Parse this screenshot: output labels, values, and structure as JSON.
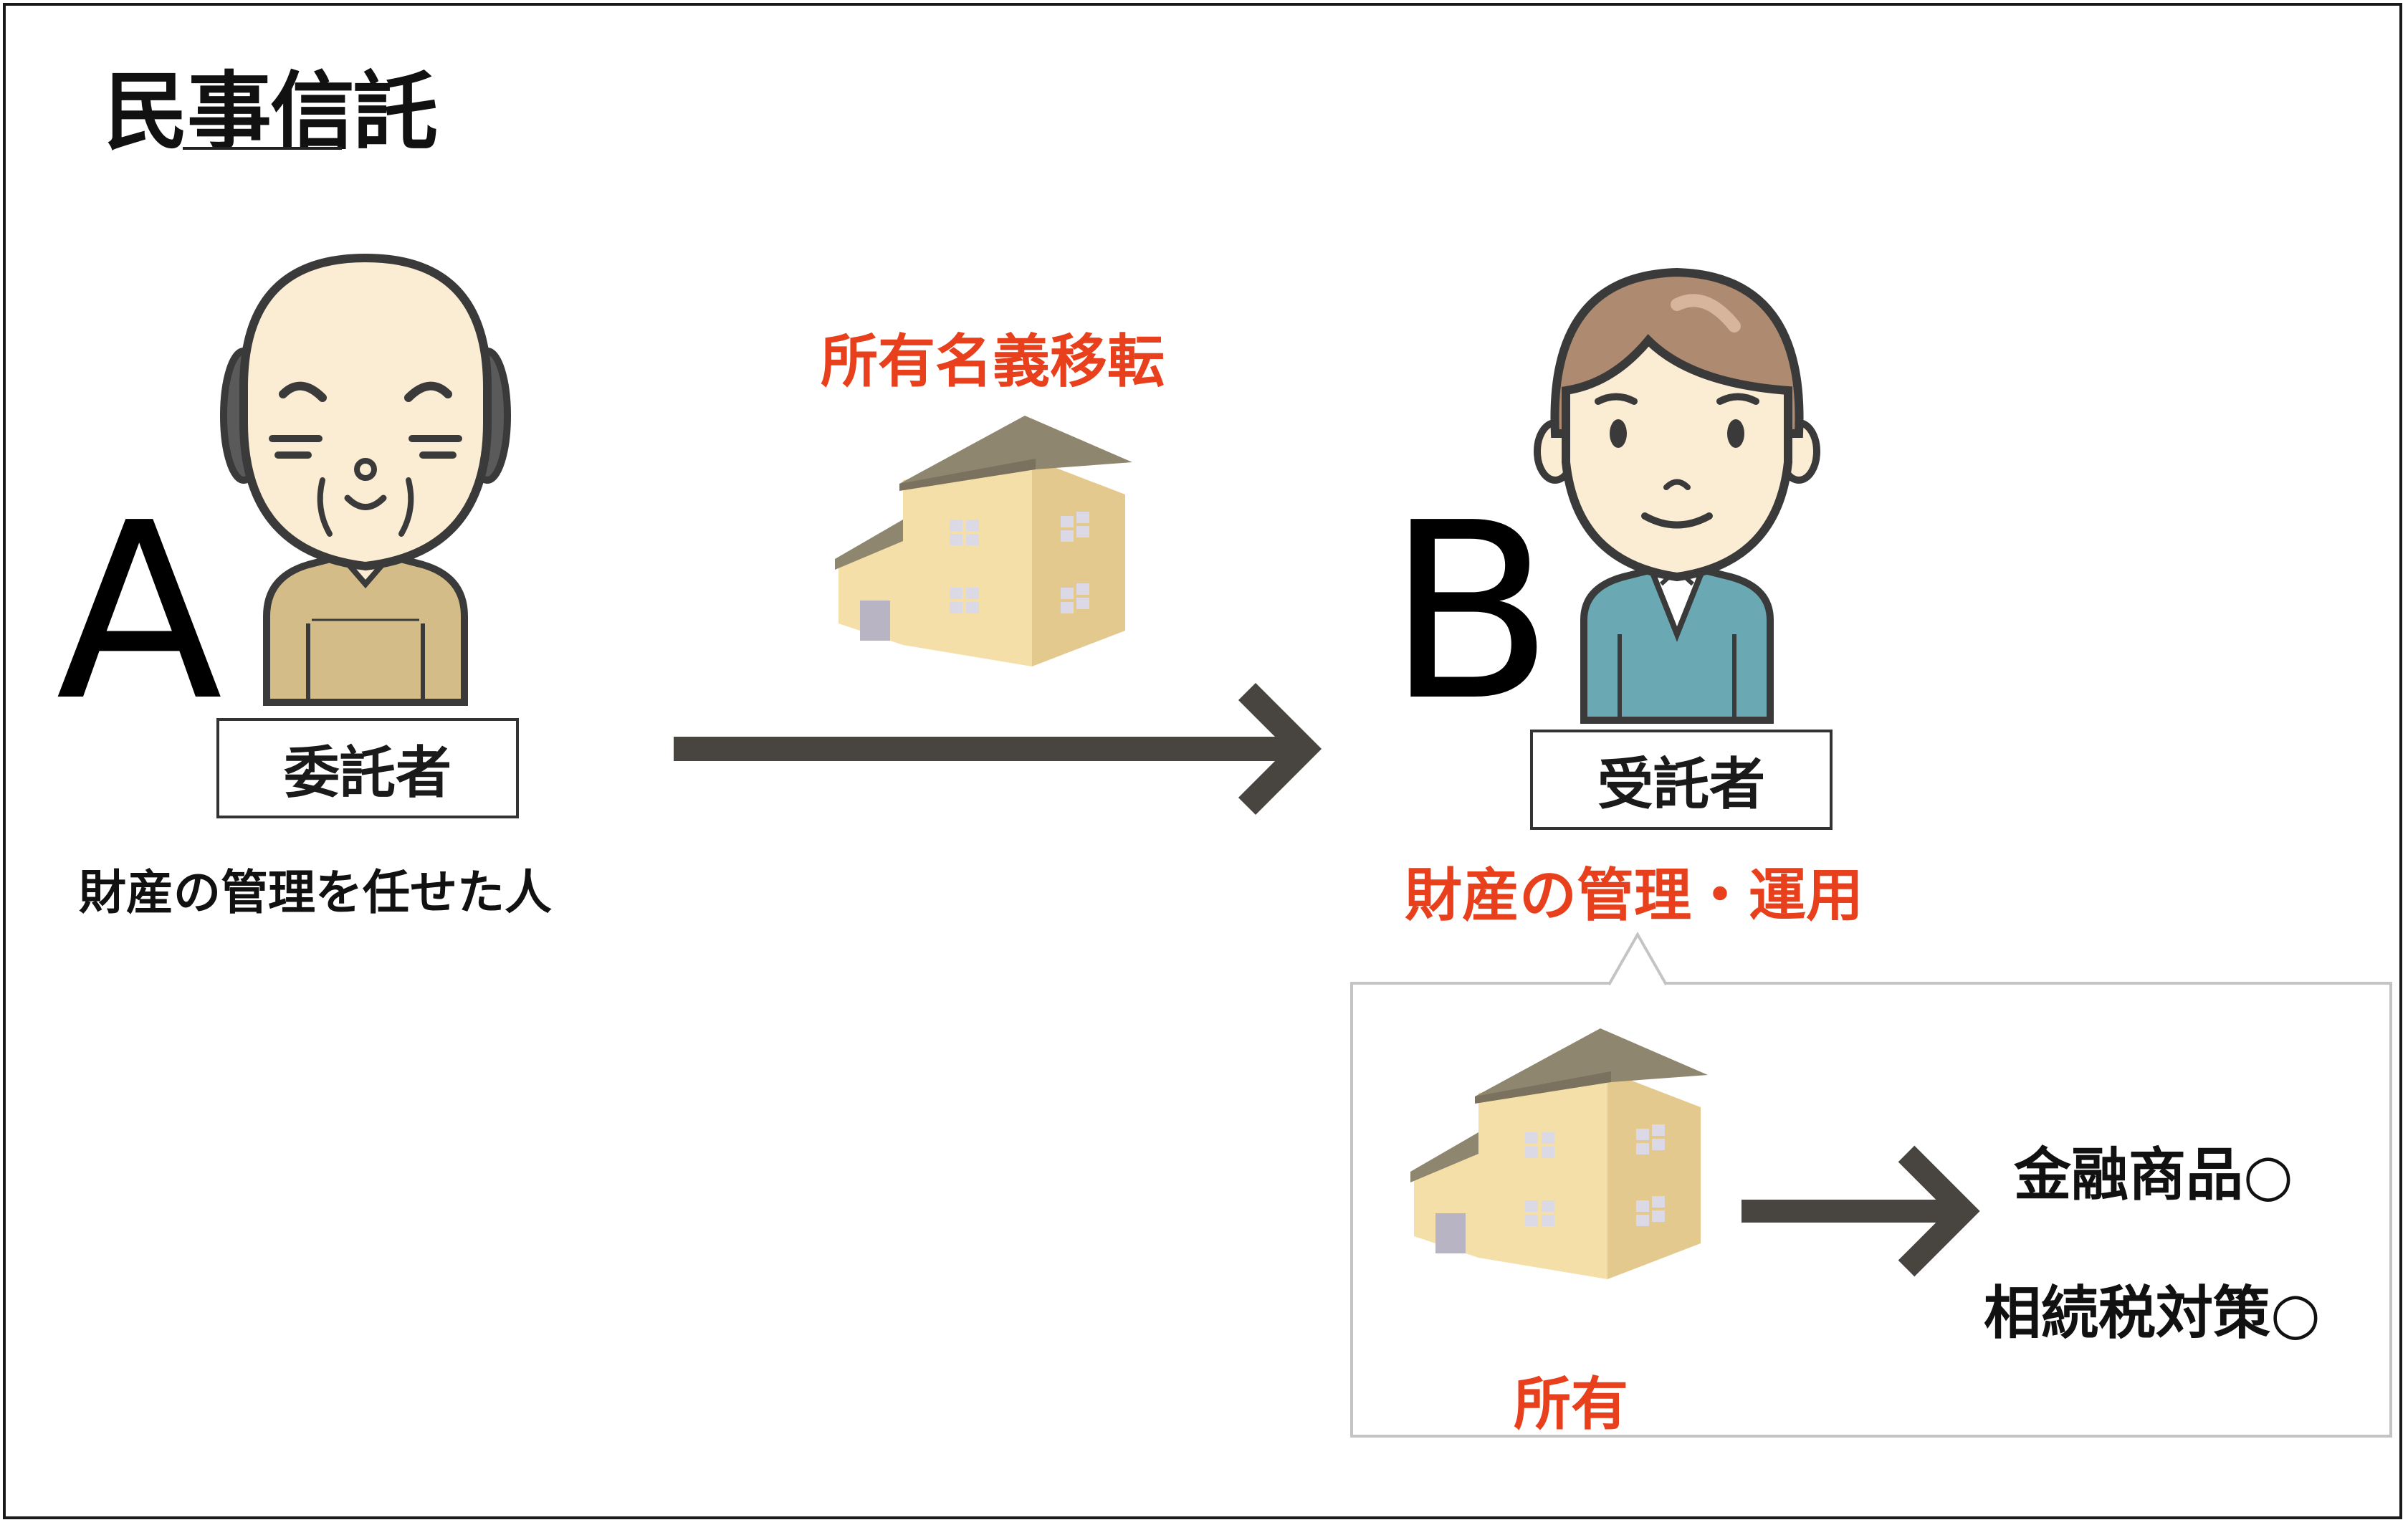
{
  "title": "民事信託",
  "trustor": {
    "letter": "A",
    "role": "委託者",
    "description": "財産の管理を任せた人"
  },
  "trustee": {
    "letter": "B",
    "role": "受託者",
    "description": "財産の管理・運用"
  },
  "transfer": {
    "label": "所有名義移転"
  },
  "ownership": {
    "label": "所有",
    "results": [
      "金融商品○",
      "相続税対策○"
    ]
  },
  "colors": {
    "accent_red": "#e8401c",
    "arrow": "#484440",
    "house_wall": "#f5dfa8",
    "house_roof": "#8f8670",
    "trustor_clothes": "#d4bc88",
    "trustee_clothes": "#6aa8b4",
    "skin": "#fbecd4",
    "hair": "#ae8a70"
  },
  "icons": [
    "elderly-man-icon",
    "house-icon",
    "businessman-icon",
    "arrow-right-icon"
  ]
}
